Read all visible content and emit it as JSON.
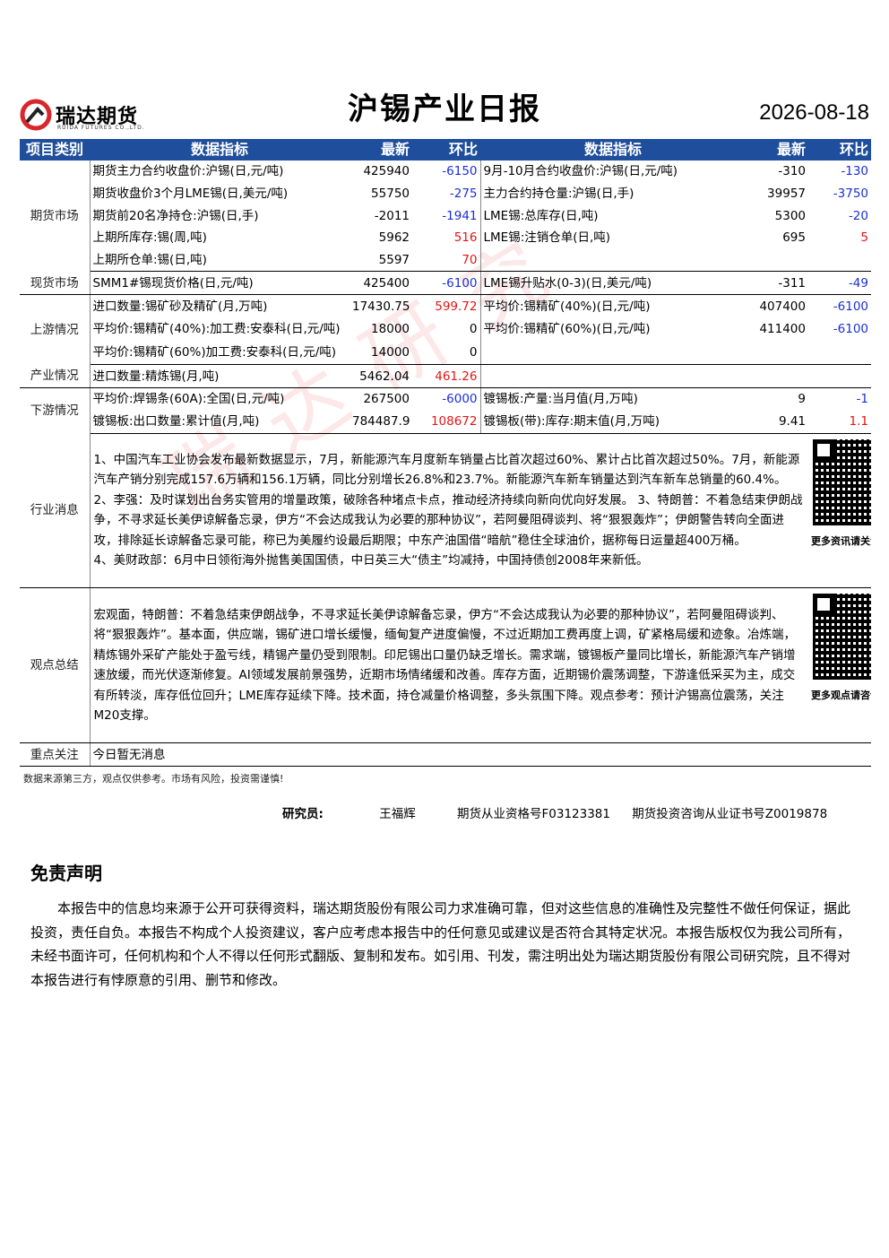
{
  "header": {
    "logo_text": "瑞达期货",
    "logo_sub": "RUIDA FUTURES CO.,LTD.",
    "title": "沪锡产业日报",
    "date": "2026-08-18"
  },
  "table_header": {
    "category": "项目类别",
    "indicator_left": "数据指标",
    "latest_left": "最新",
    "change_left": "环比",
    "indicator_right": "数据指标",
    "latest_right": "最新",
    "change_right": "环比"
  },
  "sections": {
    "futures": {
      "name": "期货市场",
      "rows": [
        {
          "l_label": "期货主力合约收盘价:沪锡(日,元/吨)",
          "l_val": "425940",
          "l_chg": "-6150",
          "r_label": "9月-10月合约收盘价:沪锡(日,元/吨)",
          "r_val": "-310",
          "r_chg": "-130"
        },
        {
          "l_label": "期货收盘价3个月LME锡(日,美元/吨)",
          "l_val": "55750",
          "l_chg": "-275",
          "r_label": "主力合约持仓量:沪锡(日,手)",
          "r_val": "39957",
          "r_chg": "-3750"
        },
        {
          "l_label": "期货前20名净持仓:沪锡(日,手)",
          "l_val": "-2011",
          "l_chg": "-1941",
          "r_label": "LME锡:总库存(日,吨)",
          "r_val": "5300",
          "r_chg": "-20"
        },
        {
          "l_label": "上期所库存:锡(周,吨)",
          "l_val": "5962",
          "l_chg": "516",
          "r_label": "LME锡:注销仓单(日,吨)",
          "r_val": "695",
          "r_chg": "5"
        },
        {
          "l_label": "上期所仓单:锡(日,吨)",
          "l_val": "5597",
          "l_chg": "70",
          "r_label": "",
          "r_val": "",
          "r_chg": ""
        }
      ]
    },
    "spot": {
      "name": "现货市场",
      "rows": [
        {
          "l_label": "SMM1#锡现货价格(日,元/吨)",
          "l_val": "425400",
          "l_chg": "-6100",
          "r_label": "LME锡升贴水(0-3)(日,美元/吨)",
          "r_val": "-311",
          "r_chg": "-49"
        }
      ]
    },
    "upstream": {
      "name": "上游情况",
      "rows": [
        {
          "l_label": "进口数量:锡矿砂及精矿(月,万吨)",
          "l_val": "17430.75",
          "l_chg": "599.72",
          "r_label": "平均价:锡精矿(40%)(日,元/吨)",
          "r_val": "407400",
          "r_chg": "-6100"
        },
        {
          "l_label": "平均价:锡精矿(40%):加工费:安泰科(日,元/吨)",
          "l_val": "18000",
          "l_chg": "0",
          "r_label": "平均价:锡精矿(60%)(日,元/吨)",
          "r_val": "411400",
          "r_chg": "-6100"
        },
        {
          "l_label": "平均价:锡精矿(60%)加工费:安泰科(日,元/吨)",
          "l_val": "14000",
          "l_chg": "0",
          "r_label": "",
          "r_val": "",
          "r_chg": ""
        }
      ]
    },
    "industry": {
      "name": "产业情况",
      "rows": [
        {
          "l_label": "进口数量:精炼锡(月,吨)",
          "l_val": "5462.04",
          "l_chg": "461.26",
          "r_label": "",
          "r_val": "",
          "r_chg": ""
        }
      ]
    },
    "downstream": {
      "name": "下游情况",
      "rows": [
        {
          "l_label": "平均价:焊锡条(60A):全国(日,元/吨)",
          "l_val": "267500",
          "l_chg": "-6000",
          "r_label": "镀锡板:产量:当月值(月,万吨)",
          "r_val": "9",
          "r_chg": "-1"
        },
        {
          "l_label": "镀锡板:出口数量:累计值(月,吨)",
          "l_val": "784487.9",
          "l_chg": "108672",
          "r_label": "镀锡板(带):库存:期末值(月,万吨)",
          "r_val": "9.41",
          "r_chg": "1.1"
        }
      ]
    }
  },
  "news": {
    "name": "行业消息",
    "text": "1、中国汽车工业协会发布最新数据显示，7月，新能源汽车月度新车销量占比首次超过60%、累计占比首次超过50%。7月，新能源汽车产销分别完成157.6万辆和156.1万辆，同比分别增长26.8%和23.7%。新能源汽车新车销量达到汽车新车总销量的60.4%。\n2、李强：及时谋划出台务实管用的增量政策，破除各种堵点卡点，推动经济持续向新向优向好发展。 3、特朗普：不着急结束伊朗战争，不寻求延长美伊谅解备忘录，伊方“不会达成我认为必要的那种协议”，若阿曼阻碍谈判、将“狠狠轰炸”；伊朗警告转向全面进攻，排除延长谅解备忘录可能，称已为美履约设最后期限；中东产油国借“暗航”稳住全球油价，据称每日运量超400万桶。\n4、美财政部：6月中日领衔海外抛售美国国债，中日英三大“债主”均减持，中国持债创2008年来新低。",
    "qr_caption": "更多资讯请关注!"
  },
  "view": {
    "name": "观点总结",
    "text": "宏观面，特朗普：不着急结束伊朗战争，不寻求延长美伊谅解备忘录，伊方“不会达成我认为必要的那种协议”，若阿曼阻碍谈判、将“狠狠轰炸”。基本面，供应端，锡矿进口增长缓慢，缅甸复产进度偏慢，不过近期加工费再度上调，矿紧格局缓和迹象。冶炼端，精炼锡外采矿产能处于盈亏线，精锡产量仍受到限制。印尼锡出口量仍缺乏增长。需求端，镀锡板产量同比增长，新能源汽车产销增速放缓，而光伏逐渐修复。AI领域发展前景强势，近期市场情绪缓和改善。库存方面，近期锡价震荡调整，下游逢低采买为主，成交有所转淡，库存低位回升；LME库存延续下降。技术面，持仓减量价格调整，多头氛围下降。观点参考：预计沪锡高位震荡，关注M20支撑。",
    "qr_caption": "更多观点请咨询!"
  },
  "focus": {
    "name": "重点关注",
    "text": "今日暂无消息"
  },
  "footnote": "数据来源第三方，观点仅供参考。市场有风险，投资需谨慎!",
  "researcher": {
    "label": "研究员:",
    "name": "王福辉",
    "license1": "期货从业资格号F03123381",
    "license2": "期货投资咨询从业证书号Z0019878"
  },
  "disclaimer": {
    "title": "免责声明",
    "body": "本报告中的信息均来源于公开可获得资料，瑞达期货股份有限公司力求准确可靠，但对这些信息的准确性及完整性不做任何保证，据此投资，责任自负。本报告不构成个人投资建议，客户应考虑本报告中的任何意见或建议是否符合其特定状况。本报告版权仅为我公司所有，未经书面许可，任何机构和个人不得以任何形式翻版、复制和发布。如引用、刊发，需注明出处为瑞达期货股份有限公司研究院，且不得对本报告进行有悖原意的引用、删节和修改。"
  },
  "watermark": "瑞达研究",
  "colors": {
    "header_bg": "#1f4e9c",
    "negative": "#1a2fd6",
    "positive": "#e31414",
    "logo": "#d9262c"
  }
}
